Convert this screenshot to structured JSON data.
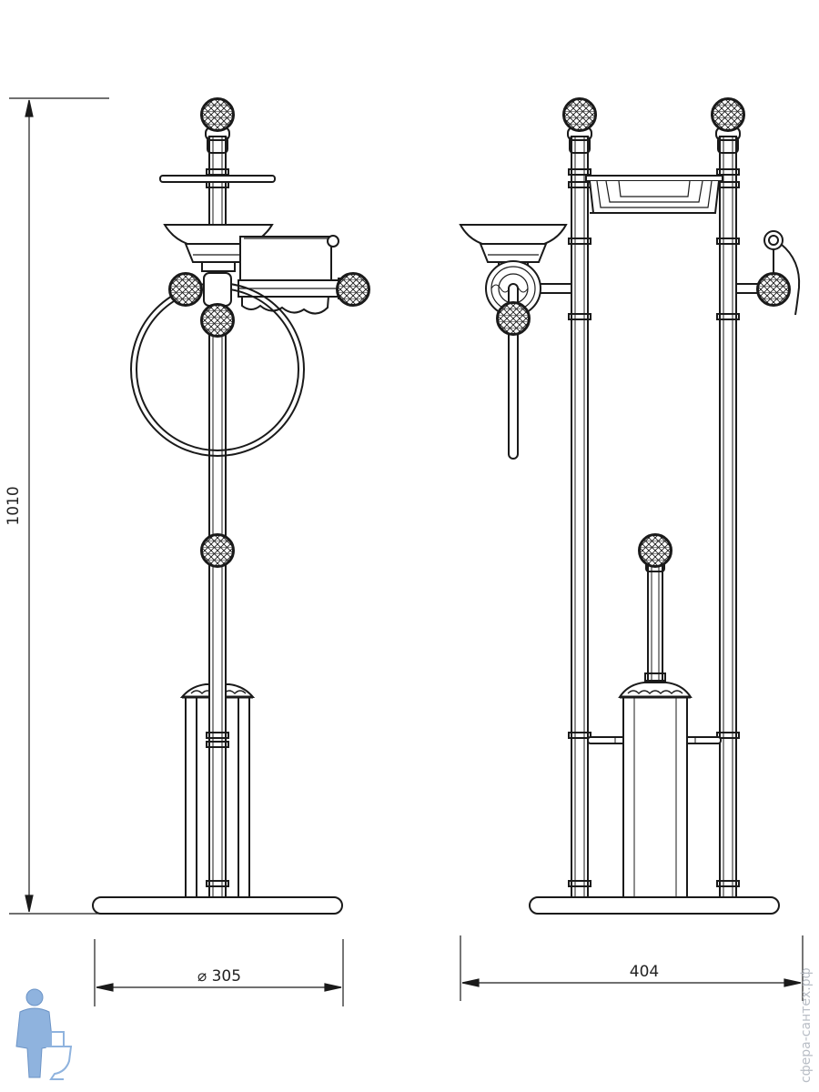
{
  "dimensions": {
    "height": "1010",
    "base_diameter": "⌀ 305",
    "width": "404"
  },
  "watermark": {
    "text": "сфера-сантех.рф"
  },
  "colors": {
    "line": "#1a1a1a",
    "watermark": "#b9bec6",
    "mascot": "#8fb3de"
  }
}
